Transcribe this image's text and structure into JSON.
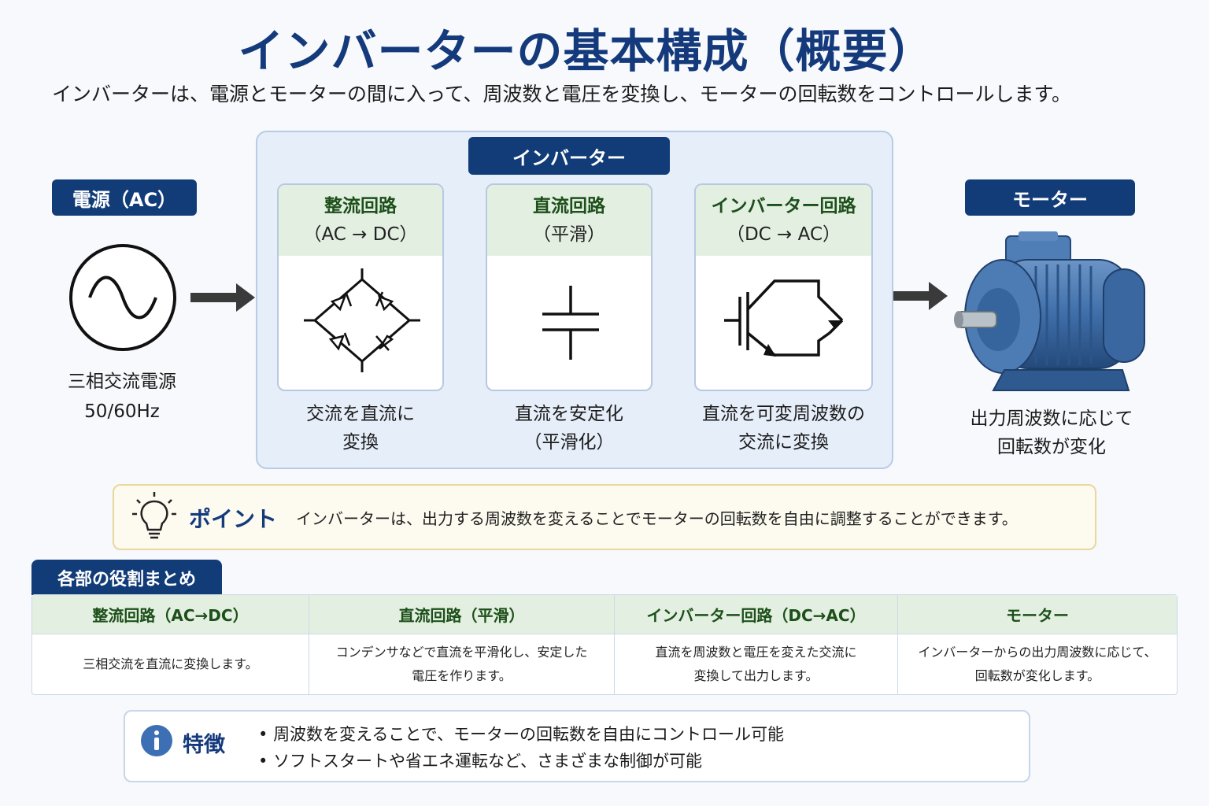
{
  "title": "インバーターの基本構成（概要）",
  "subtitle": "インバーターは、電源とモーターの間に入って、周波数と電圧を変換し、モーターの回転数をコントロールします。",
  "source": {
    "tag": "電源（AC）",
    "desc_line1": "三相交流電源",
    "desc_line2": "50/60Hz",
    "icon": "ac-sine-icon"
  },
  "inverter": {
    "tag": "インバーター",
    "stages": [
      {
        "name": "整流回路",
        "sub": "（AC → DC）",
        "desc_line1": "交流を直流に",
        "desc_line2": "変換",
        "icon": "diode-bridge-icon"
      },
      {
        "name": "直流回路",
        "sub": "（平滑）",
        "desc_line1": "直流を安定化",
        "desc_line2": "（平滑化）",
        "icon": "capacitor-icon"
      },
      {
        "name": "インバーター回路",
        "sub": "（DC → AC）",
        "desc_line1": "直流を可変周波数の",
        "desc_line2": "交流に変換",
        "icon": "igbt-icon"
      }
    ]
  },
  "motor": {
    "tag": "モーター",
    "desc_line1": "出力周波数に応じて",
    "desc_line2": "回転数が変化",
    "icon": "electric-motor-icon"
  },
  "point": {
    "label": "ポイント",
    "text": "インバーターは、出力する周波数を変えることでモーターの回転数を自由に調整することができます。",
    "icon": "lightbulb-icon"
  },
  "roles": {
    "tag": "各部の役割まとめ",
    "headers": [
      "整流回路（AC→DC）",
      "直流回路（平滑）",
      "インバーター回路（DC→AC）",
      "モーター"
    ],
    "cells": [
      [
        "三相交流を直流に変換します。"
      ],
      [
        "コンデンサなどで直流を平滑化し、安定した",
        "電圧を作ります。"
      ],
      [
        "直流を周波数と電圧を変えた交流に",
        "変換して出力します。"
      ],
      [
        "インバーターからの出力周波数に応じて、",
        "回転数が変化します。"
      ]
    ]
  },
  "features": {
    "label": "特徴",
    "items": [
      "周波数を変えることで、モーターの回転数を自由にコントロール可能",
      "ソフトスタートや省エネ運転など、さまざまな制御が可能"
    ],
    "icon": "info-icon"
  },
  "colors": {
    "navy": "#123c78",
    "title": "#143a7c",
    "stage_header": "#e3f0e1",
    "panel": "#e6eef9",
    "arrow": "#3a3a3a",
    "motor_blue": "#3f6ea8"
  }
}
